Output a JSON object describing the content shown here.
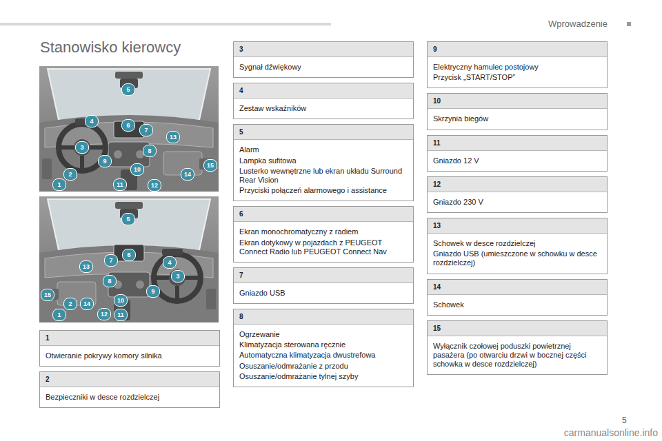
{
  "diagram": {
    "title": "Stanowisko kierowcy",
    "nodes": [
      {
        "text": [
          "1",
          "Otwieranie pokrywy komory silnika"
        ]
      },
      {
        "text": [
          "2",
          "Bezpieczniki w desce rozdzielczej"
        ]
      },
      {
        "text": [
          "3",
          "Sygnał dźwiękowy"
        ]
      },
      {
        "text": [
          "4",
          "Zestaw wskaźników"
        ]
      },
      {
        "text": [
          "5",
          "Alarm",
          "Lampka sufitowa",
          "Lusterko wewnętrzne lub ekran układu Surround Rear Vision",
          "Przyciski połączeń alarmowego i assistance"
        ]
      },
      {
        "text": [
          "6",
          "Ekran monochromatyczny z radiem",
          "Ekran dotykowy w pojazdach z PEUGEOT Connect Radio lub PEUGEOT Connect Nav"
        ]
      },
      {
        "text": [
          "7",
          "Gniazdo USB"
        ]
      },
      {
        "text": [
          "8",
          "Ogrzewanie",
          "Klimatyzacja sterowana ręcznie",
          "Automatyczna klimatyzacja dwustrefowa",
          "Osuszanie/odmrażanie z przodu",
          "Osuszanie/odmrażanie tylnej szyby"
        ]
      },
      {
        "text": [
          "9",
          "Elektryczny hamulec postojowy",
          "Przycisk „START/STOP”"
        ]
      },
      {
        "text": [
          "10",
          "Skrzynia biegów"
        ]
      },
      {
        "text": [
          "11",
          "Gniazdo 12 V"
        ]
      },
      {
        "text": [
          "12",
          "Gniazdo 230 V"
        ]
      },
      {
        "text": [
          "13",
          "Schowek w desce rozdzielczej",
          "Gniazdo USB (umieszczone w schowku w desce rozdzielczej)"
        ]
      },
      {
        "text": [
          "14",
          "Schowek"
        ]
      },
      {
        "text": [
          "15",
          "Wyłącznik czołowej poduszki powietrznej pasażera (po otwarciu drzwi w bocznej części schowka w desce rozdzielczej)"
        ]
      }
    ],
    "labels": [
      "5",
      "4",
      "6",
      "7",
      "13",
      "3",
      "8",
      "9",
      "15",
      "2",
      "10",
      "14",
      "1",
      "11",
      "12",
      "5",
      "6",
      "7",
      "4",
      "13",
      "3",
      "8",
      "9",
      "15",
      "2",
      "14",
      "10",
      "1",
      "12",
      "11",
      "Wprowadzenie",
      "5",
      "carmanualsonline.info"
    ]
  }
}
